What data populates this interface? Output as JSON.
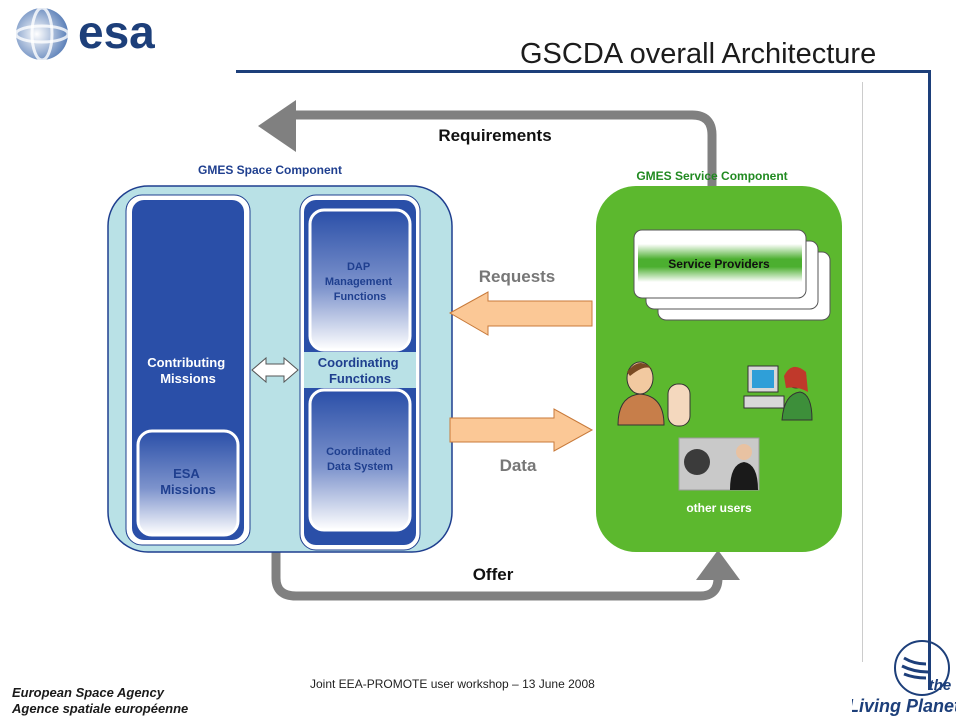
{
  "header": {
    "logo_text": "esa",
    "title": "GSCDA overall Architecture"
  },
  "diagram": {
    "requirements": "Requirements",
    "offer": "Offer",
    "requests": "Requests",
    "data": "Data",
    "space_component": {
      "title": "GMES Space Component",
      "contributing_missions": "Contributing Missions",
      "esa_missions": "ESA Missions",
      "coordinating_functions": "Coordinating Functions",
      "dap_functions": "DAP Management Functions",
      "coordinated_data_system": "Coordinated Data System"
    },
    "service_component": {
      "title": "GMES Service Component",
      "service_providers": "Service Providers",
      "other_users": "other users"
    }
  },
  "footer": {
    "event": "Joint EEA-PROMOTE user workshop – 13 June 2008",
    "agency_en": "European Space Agency",
    "agency_fr": "Agence spatiale européenne",
    "tagline_the": "the",
    "tagline": "Living Planet"
  },
  "colors": {
    "esa_blue": "#1d3f7a",
    "space_bg": "#b9e1e6",
    "dark_blue": "#2a4fa8",
    "service_green": "#5cb82e",
    "arrow_orange": "#fbc896",
    "cycle_gray": "#808080"
  }
}
